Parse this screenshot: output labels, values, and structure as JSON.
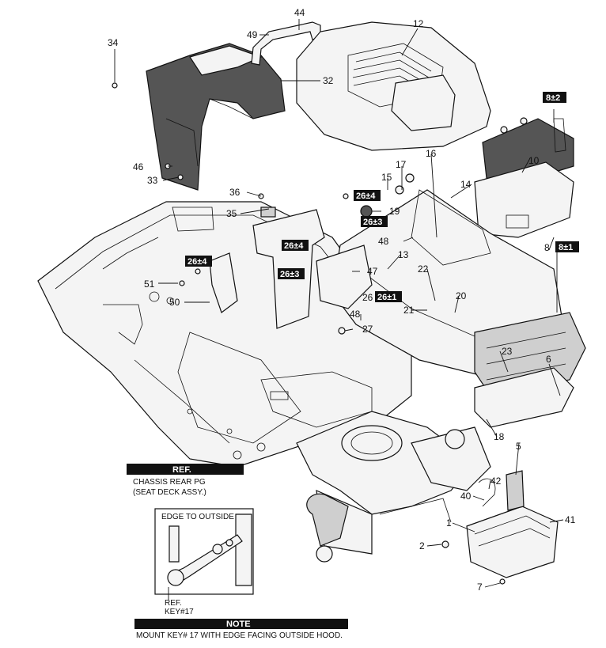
{
  "callouts": {
    "c1": "1",
    "c2": "2",
    "c5": "5",
    "c6": "6",
    "c7": "7",
    "c8": "8",
    "c10": "10",
    "c12": "12",
    "c13": "13",
    "c14": "14",
    "c15": "15",
    "c16": "16",
    "c17": "17",
    "c18": "18",
    "c19": "19",
    "c20": "20",
    "c21": "21",
    "c22": "22",
    "c23": "23",
    "c26": "26",
    "c27": "27",
    "c32": "32",
    "c33": "33",
    "c34": "34",
    "c35": "35",
    "c36": "36",
    "c40": "40",
    "c41": "41",
    "c42": "42",
    "c44": "44",
    "c46": "46",
    "c47": "47",
    "c48a": "48",
    "c48b": "48",
    "c49": "49",
    "c50": "50",
    "c51": "51"
  },
  "tags": {
    "t8_2": "8±2",
    "t8_1": "8±1",
    "t26_4_top": "26±4",
    "t26_3_top": "26±3",
    "t26_4_mid": "26±4",
    "t26_3_mid": "26±3",
    "t26_4_left": "26±4",
    "t26_1": "26±1"
  },
  "ref_box": {
    "title": "REF.",
    "line1": "CHASSIS REAR PG",
    "line2": "(SEAT DECK ASSY.)"
  },
  "inset": {
    "edge_label": "EDGE TO OUTSIDE",
    "ref_label": "REF.",
    "key_label": "KEY#17"
  },
  "note": {
    "title": "NOTE",
    "text": "MOUNT KEY# 17 WITH EDGE FACING OUTSIDE HOOD."
  }
}
